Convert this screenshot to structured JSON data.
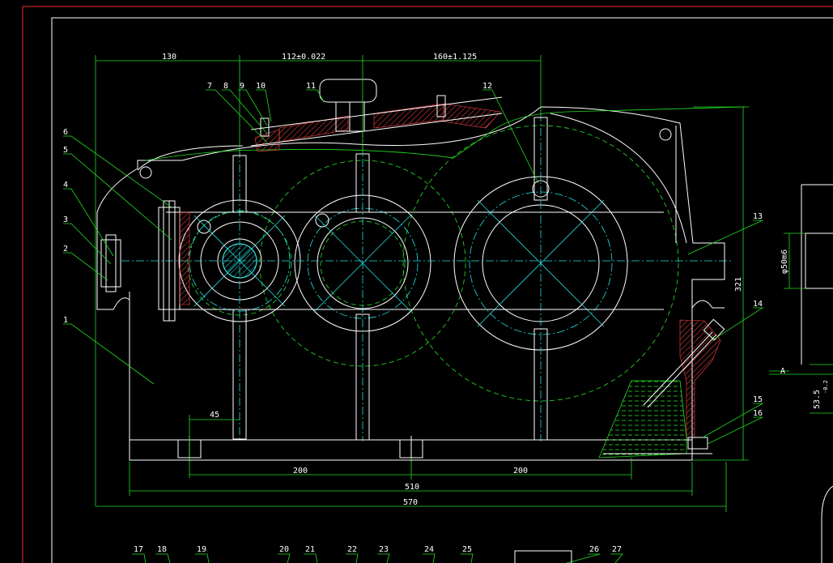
{
  "dimensions": {
    "d130": "130",
    "d112": "112±0.022",
    "d160": "160±1.125",
    "d45": "45",
    "d200a": "200",
    "d200b": "200",
    "d510": "510",
    "d570": "570",
    "d321": "321",
    "d50": "φ50m6",
    "d53": "53.5",
    "d53sub": "-0.2",
    "secA": "A"
  },
  "part_labels": [
    "1",
    "2",
    "3",
    "4",
    "5",
    "6",
    "7",
    "8",
    "9",
    "10",
    "11",
    "12",
    "13",
    "14",
    "15",
    "16",
    "17",
    "18",
    "19",
    "20",
    "21",
    "22",
    "23",
    "24",
    "25",
    "26",
    "27"
  ],
  "colors": {
    "outline": "#ffffff",
    "dimension": "#22dd22",
    "centerline": "#22dddd",
    "section": "#ff3333",
    "frame": "#cc2222"
  }
}
